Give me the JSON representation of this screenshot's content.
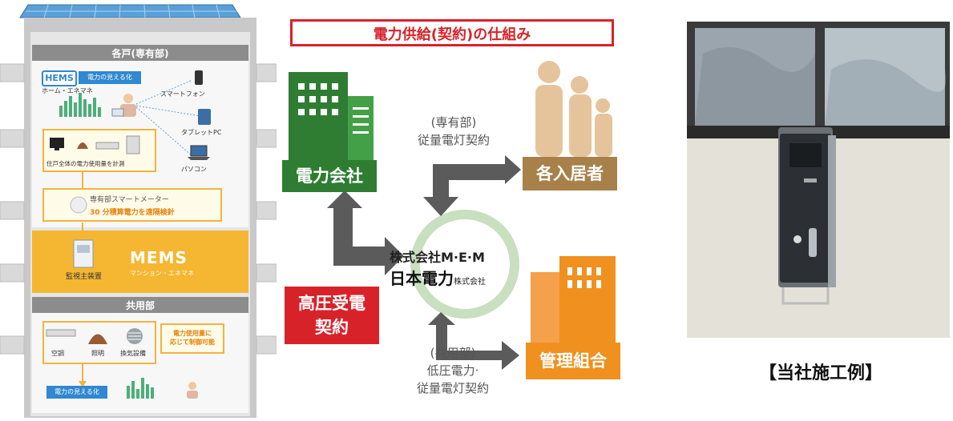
{
  "building": {
    "section_top": "各戸(専有部)",
    "hems_logo": "HEMS",
    "hems_badge": "電力の見える化",
    "hems_sub": "ホーム・エネマネ",
    "devices": [
      "スマートフォン",
      "タブレットPC",
      "パソコン"
    ],
    "measure_caption": "住戸全体の電力使用量を計測",
    "meter_title": "専有部スマートメーター",
    "meter_detail": "30 分積算電力を遠隔検針",
    "monitor_label": "監視主装置",
    "mems_logo": "MEMS",
    "mems_sub": "マンション・エネマネ",
    "section_common": "共用部",
    "common_items": [
      "空調",
      "照明",
      "換気設備"
    ],
    "control_note_1": "電力使用量に",
    "control_note_2": "応じて制御可能",
    "visual_label": "電力の見える化"
  },
  "diagram": {
    "title": "電力供給(契約)の仕組み",
    "power_company": "電力会社",
    "residents": "各入居者",
    "management": "管理組合",
    "private_contract_1": "(専有部)",
    "private_contract_2": "従量電灯契約",
    "hv_contract_1": "高圧受電",
    "hv_contract_2": "契約",
    "center_line1": "株式会社M·E·M",
    "center_line2_main": "日本電力",
    "center_line2_suffix": "株式会社",
    "common_contract_1": "(共用部)",
    "common_contract_2": "低圧電力·",
    "common_contract_3": "従量電灯契約"
  },
  "colors": {
    "green": "#2e7d32",
    "red": "#d8222a",
    "tan": "#a8804a",
    "orange": "#f0901e",
    "gray_arrow": "#5b5b5b",
    "ring": "#c8dfc0",
    "yellow": "#f5b731"
  },
  "photo": {
    "caption": "【当社施工例】"
  }
}
